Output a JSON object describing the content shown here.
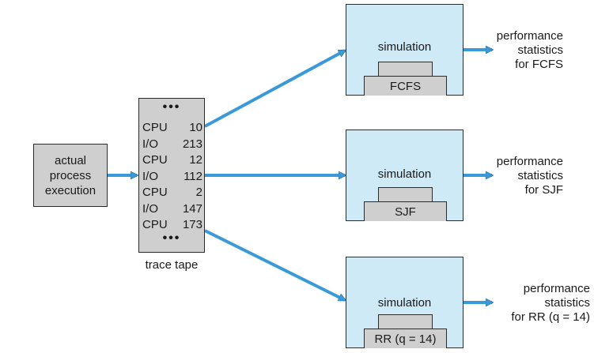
{
  "actual": {
    "label": "actual\nprocess\nexecution"
  },
  "trace_tape": {
    "dots_top": "•••",
    "dots_bottom": "•••",
    "rows": [
      {
        "op": "CPU",
        "value": "10"
      },
      {
        "op": "I/O",
        "value": "213"
      },
      {
        "op": "CPU",
        "value": "12"
      },
      {
        "op": "I/O",
        "value": "112"
      },
      {
        "op": "CPU",
        "value": "2"
      },
      {
        "op": "I/O",
        "value": "147"
      },
      {
        "op": "CPU",
        "value": "173"
      }
    ],
    "caption": "trace tape"
  },
  "simulations": [
    {
      "label": "simulation",
      "algorithm": "FCFS",
      "result": "performance\nstatistics\nfor FCFS"
    },
    {
      "label": "simulation",
      "algorithm": "SJF",
      "result": "performance\nstatistics\nfor SJF"
    },
    {
      "label": "simulation",
      "algorithm": "RR (q = 14)",
      "result": "performance\nstatistics\nfor RR (q = 14)"
    }
  ],
  "colors": {
    "arrow": "#3a9ad9",
    "box_gray": "#cfcfcf",
    "sim_fill": "#cfeaf7"
  }
}
